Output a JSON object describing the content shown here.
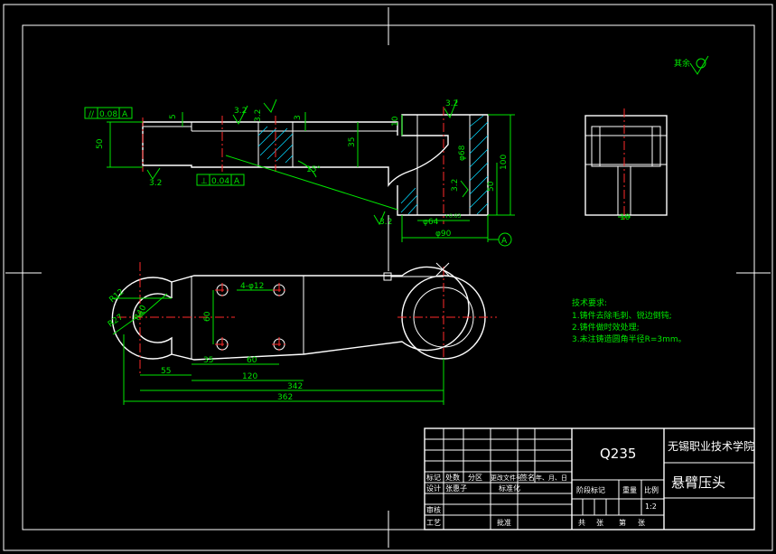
{
  "drawing": {
    "material": "Q235",
    "school": "无锡职业技术学院",
    "part_name": "悬臂压头",
    "scale": "1:2",
    "designer": "张惠子",
    "standardize": "标准化",
    "headers": [
      "标记",
      "处数",
      "分区",
      "更改文件号",
      "签名",
      "年、月、日"
    ],
    "row_design": "设计",
    "row_review": "审核",
    "row_process": "工艺",
    "row_approve": "批准",
    "stage_headers": [
      "阶段标记",
      "重量",
      "比例"
    ],
    "sheet_text": [
      "共",
      "张",
      "第",
      "张"
    ],
    "surface_rest": "其余",
    "datum_a": "A"
  },
  "tech_req": {
    "title": "技术要求:",
    "items": [
      "1.铸件去除毛刺、锐边倒钝;",
      "2.铸件做时效处理;",
      "3.未注铸造圆角半径R=3mm。"
    ]
  },
  "dims_front": {
    "parallel_tol": "0.08",
    "perp_tol": "0.04",
    "h50": "50",
    "d5": "5",
    "d3": "3",
    "d10": "10",
    "d35": "35",
    "angle15": "15°",
    "d100": "100",
    "d50b": "50",
    "phi64": "φ64",
    "phi64_tol": "+0.03",
    "phi90": "φ90",
    "phi68": "φ68",
    "ra32": "3.2"
  },
  "dims_top": {
    "r12": "R12",
    "r40": "R40",
    "r27": "R27",
    "holes": "4-φ12",
    "d60v": "60",
    "d55": "55",
    "d35": "35",
    "d60h": "60",
    "d120": "120",
    "d342": "342",
    "d362": "362"
  },
  "dims_side": {
    "d10": "10"
  }
}
